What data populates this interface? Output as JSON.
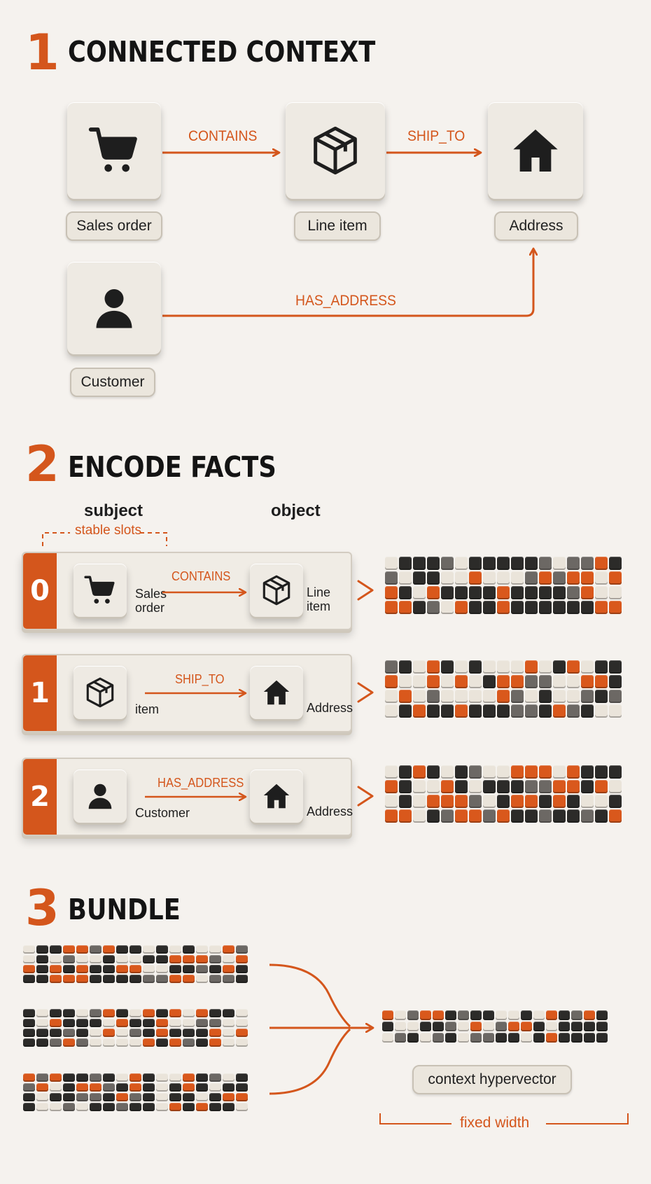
{
  "section1": {
    "number": "1",
    "title": "CONNECTED CONTEXT",
    "nodes": {
      "sales_order": {
        "label": "Sales order",
        "icon": "cart-icon"
      },
      "line_item": {
        "label": "Line item",
        "icon": "box-icon"
      },
      "address": {
        "label": "Address",
        "icon": "house-icon"
      },
      "customer": {
        "label": "Customer",
        "icon": "person-icon"
      }
    },
    "edges": {
      "contains": "CONTAINS",
      "ship_to": "SHIP_TO",
      "has_address": "HAS_ADDRESS"
    }
  },
  "section2": {
    "number": "2",
    "title": "ENCODE FACTS",
    "subject_header": "subject",
    "object_header": "object",
    "slots_note": "stable slots",
    "facts": [
      {
        "index": "0",
        "subject_label": "Sales\norder",
        "relation": "CONTAINS",
        "object_label": "Line\nitem",
        "subject_icon": "cart-icon",
        "object_icon": "box-icon"
      },
      {
        "index": "1",
        "subject_label": "item",
        "relation": "SHIP_TO",
        "object_label": "Address",
        "subject_icon": "box-icon",
        "object_icon": "house-icon"
      },
      {
        "index": "2",
        "subject_label": "Customer",
        "relation": "HAS_ADDRESS",
        "object_label": "Address",
        "subject_icon": "person-icon",
        "object_icon": "house-icon"
      }
    ]
  },
  "section3": {
    "number": "3",
    "title": "BUNDLE",
    "result_label": "context hypervector",
    "width_note": "fixed width"
  },
  "colors": {
    "accent": "#d4561c",
    "dark": "#2c2b29",
    "light": "#eae4da",
    "background": "#f5f2ee"
  }
}
